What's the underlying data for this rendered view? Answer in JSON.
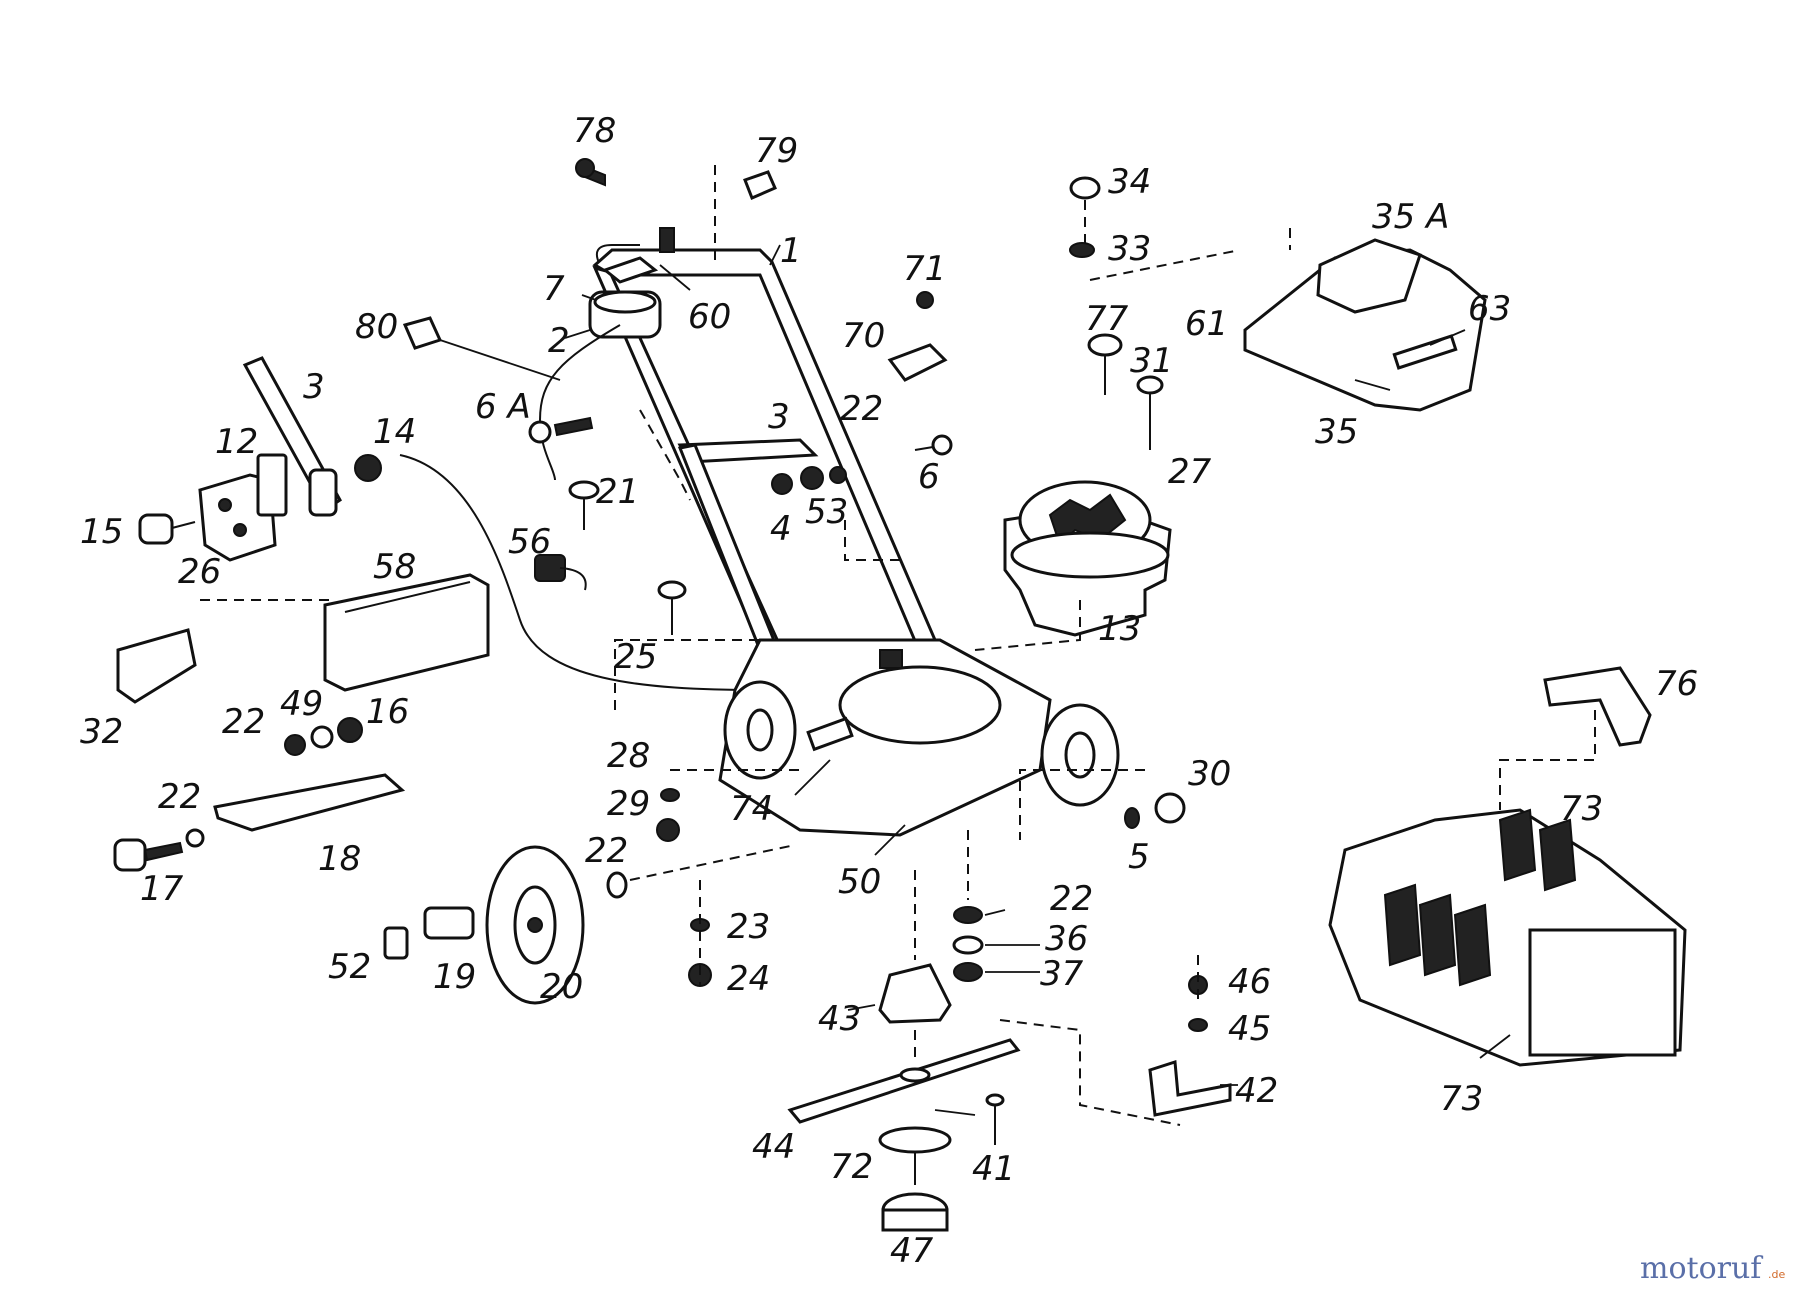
{
  "labels": {
    "p78": "78",
    "p79": "79",
    "p1": "1",
    "p7": "7",
    "p60": "60",
    "p2": "2",
    "p80": "80",
    "p3a": "3",
    "p3b": "3",
    "p6A": "6 A",
    "p12": "12",
    "p14": "14",
    "p15": "15",
    "p26": "26",
    "p21": "21",
    "p56": "56",
    "p58": "58",
    "p32": "32",
    "p25": "25",
    "p22a": "22",
    "p49": "49",
    "p16": "16",
    "p22b": "22",
    "p18": "18",
    "p17": "17",
    "p28": "28",
    "p29": "29",
    "p74": "74",
    "p22c": "22",
    "p50": "50",
    "p23": "23",
    "p24": "24",
    "p20": "20",
    "p19": "19",
    "p52": "52",
    "p4": "4",
    "p53": "53",
    "p22d": "22",
    "p6": "6",
    "p71": "71",
    "p70": "70",
    "p34": "34",
    "p33": "33",
    "p77": "77",
    "p31": "31",
    "p27": "27",
    "p13": "13",
    "p35A": "35 A",
    "p61": "61",
    "p63": "63",
    "p35": "35",
    "p76": "76",
    "p73a": "73",
    "p73b": "73",
    "p30": "30",
    "p5": "5",
    "p22e": "22",
    "p36": "36",
    "p37": "37",
    "p43": "43",
    "p46": "46",
    "p45": "45",
    "p42": "42",
    "p44": "44",
    "p72": "72",
    "p41": "41",
    "p47": "47"
  },
  "watermark": {
    "brand": "motoruf",
    "suffix": ".de"
  }
}
